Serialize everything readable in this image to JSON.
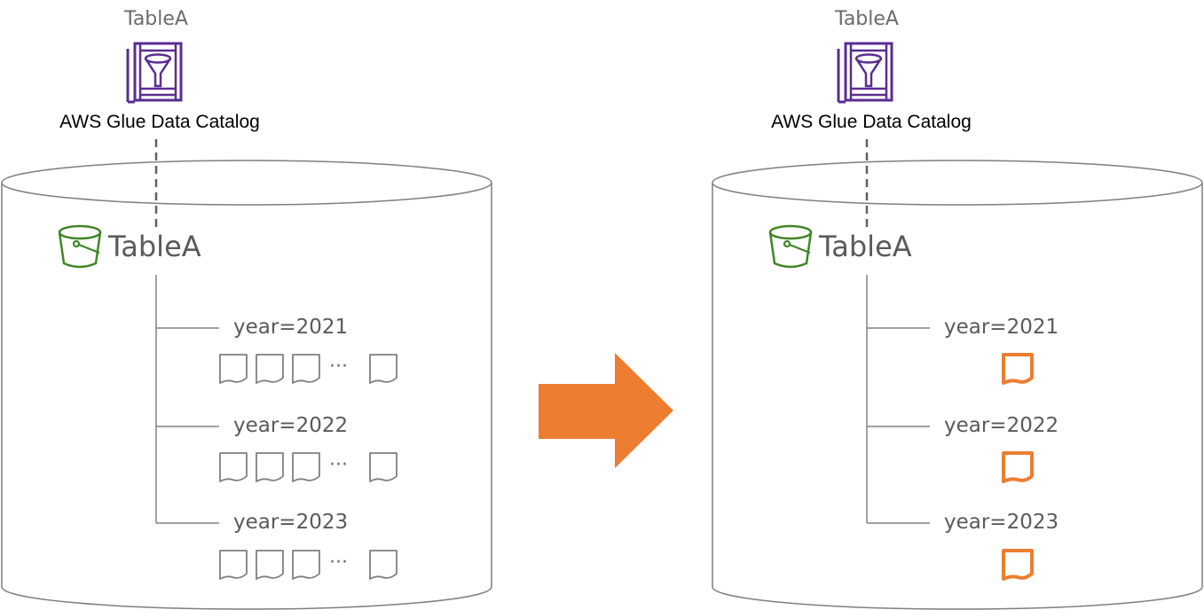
{
  "colors": {
    "catalog_icon": "#5a2d91",
    "bucket_icon": "#3f8624",
    "arrow": "#ed7d31",
    "file_gray": "#7f7f7f",
    "file_orange": "#ed7d31",
    "line": "#808080"
  },
  "icons": {
    "catalog": "glue-data-catalog-icon",
    "bucket": "s3-bucket-icon",
    "file": "document-icon",
    "arrow": "right-arrow-icon"
  },
  "before": {
    "table_label": "TableA",
    "catalog_label": "AWS Glue Data Catalog",
    "bucket_label": "TableA",
    "ellipsis": "···",
    "partitions": [
      {
        "label": "year=2021"
      },
      {
        "label": "year=2022"
      },
      {
        "label": "year=2023"
      }
    ]
  },
  "after": {
    "table_label": "TableA",
    "catalog_label": "AWS Glue Data Catalog",
    "bucket_label": "TableA",
    "partitions": [
      {
        "label": "year=2021"
      },
      {
        "label": "year=2022"
      },
      {
        "label": "year=2023"
      }
    ]
  }
}
